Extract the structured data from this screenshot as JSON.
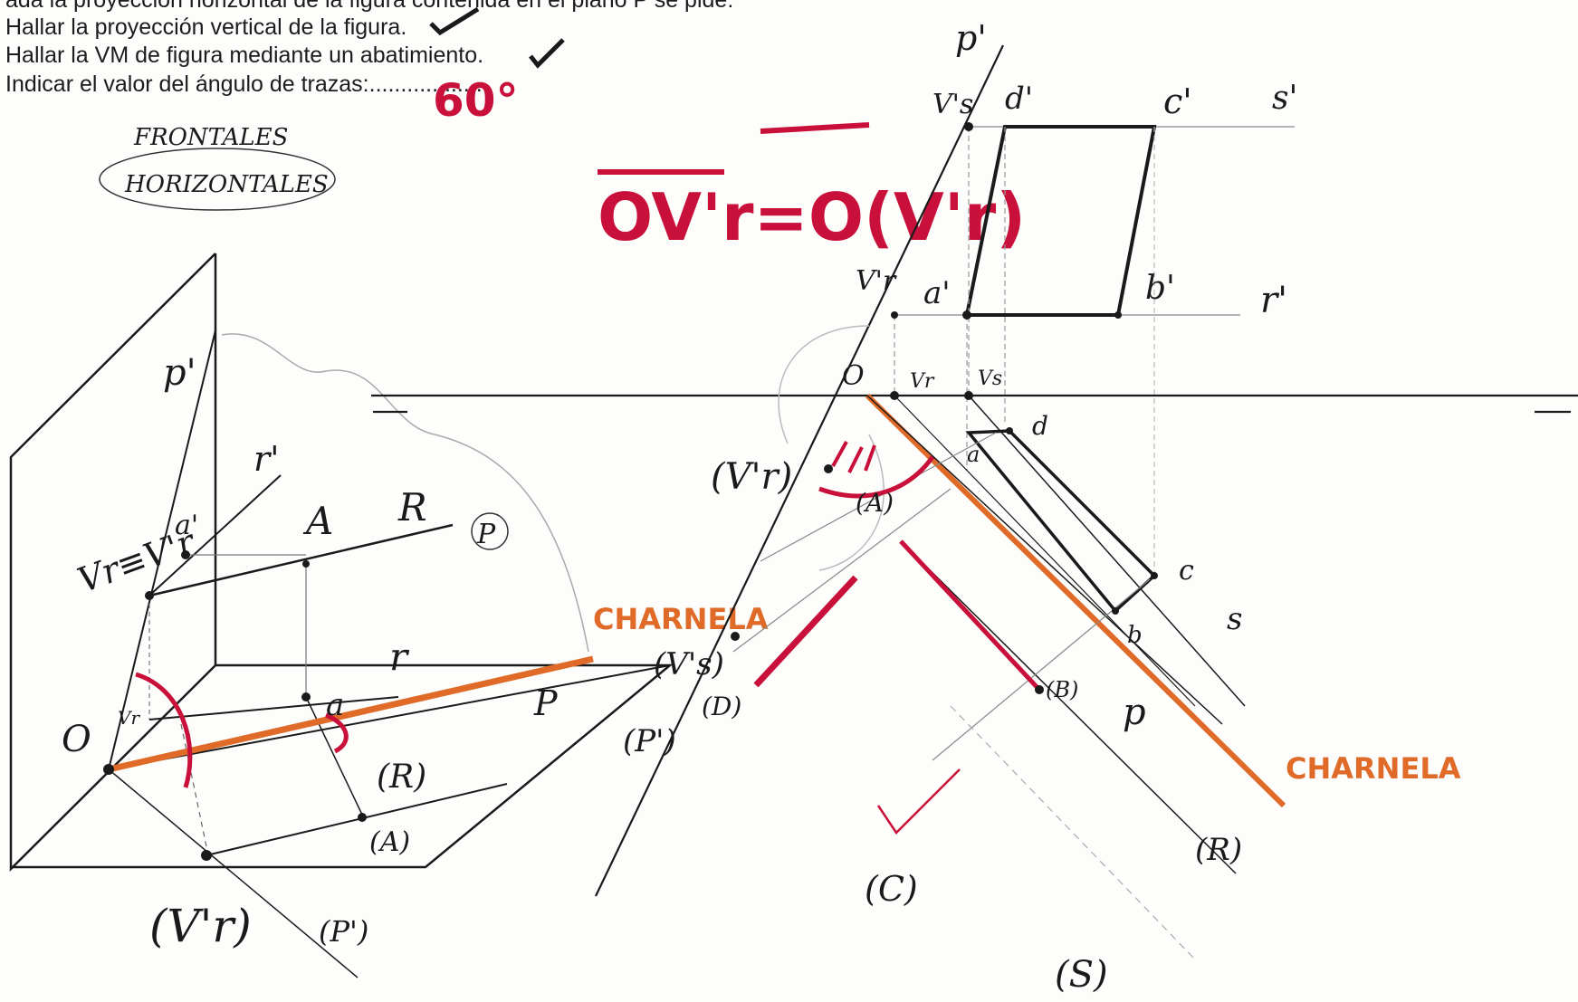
{
  "instructions": {
    "line0": "ada la proyección horizontal de la figura contenida en el plano P se pide:",
    "line1": "Hallar la proyección vertical de la figura.",
    "line2": "Hallar la VM de figura mediante un abatimiento.",
    "line3": "Indicar el valor del ángulo de trazas:..................",
    "answer": "60°"
  },
  "annotations": {
    "frontales": "FRONTALES",
    "horizontales": "HORIZONTALES",
    "formula": "OV'r=O(V'r)",
    "charnela_left": "CHARNELA",
    "charnela_right": "CHARNELA"
  },
  "perspective_labels": {
    "p1": "p'",
    "r1": "r'",
    "a1": "a'",
    "vr_eq": "Vr≡V'r",
    "A": "A",
    "R": "R",
    "P_circ": "P",
    "r": "r",
    "a": "a",
    "P": "P",
    "vr": "Vr",
    "O": "O",
    "R_ab": "(R)",
    "A_ab": "(A)",
    "Vr_ab": "(V'r)",
    "p1_ab": "(P')"
  },
  "projection_labels": {
    "p1": "p'",
    "vs1": "V's",
    "d1": "d'",
    "c1": "c'",
    "s1": "s'",
    "vr1": "V'r",
    "a1": "a'",
    "b1": "b'",
    "r1": "r'",
    "O": "O",
    "vr": "Vr",
    "vs": "Vs",
    "a": "a",
    "d": "d",
    "c": "c",
    "b": "b",
    "s": "s",
    "p": "p",
    "Vr_ab": "(V'r)",
    "A_ab": "(A)",
    "Vs_ab": "(V's)",
    "D_ab": "(D)",
    "P1_ab": "(P')",
    "B_ab": "(B)",
    "R_ab": "(R)",
    "C_ab": "(C)",
    "S_ab": "(S)"
  },
  "colors": {
    "pencil": "#1a1a1a",
    "light_pencil": "#8a8a8a",
    "red": "#c8103a",
    "orange": "#e06a28"
  }
}
